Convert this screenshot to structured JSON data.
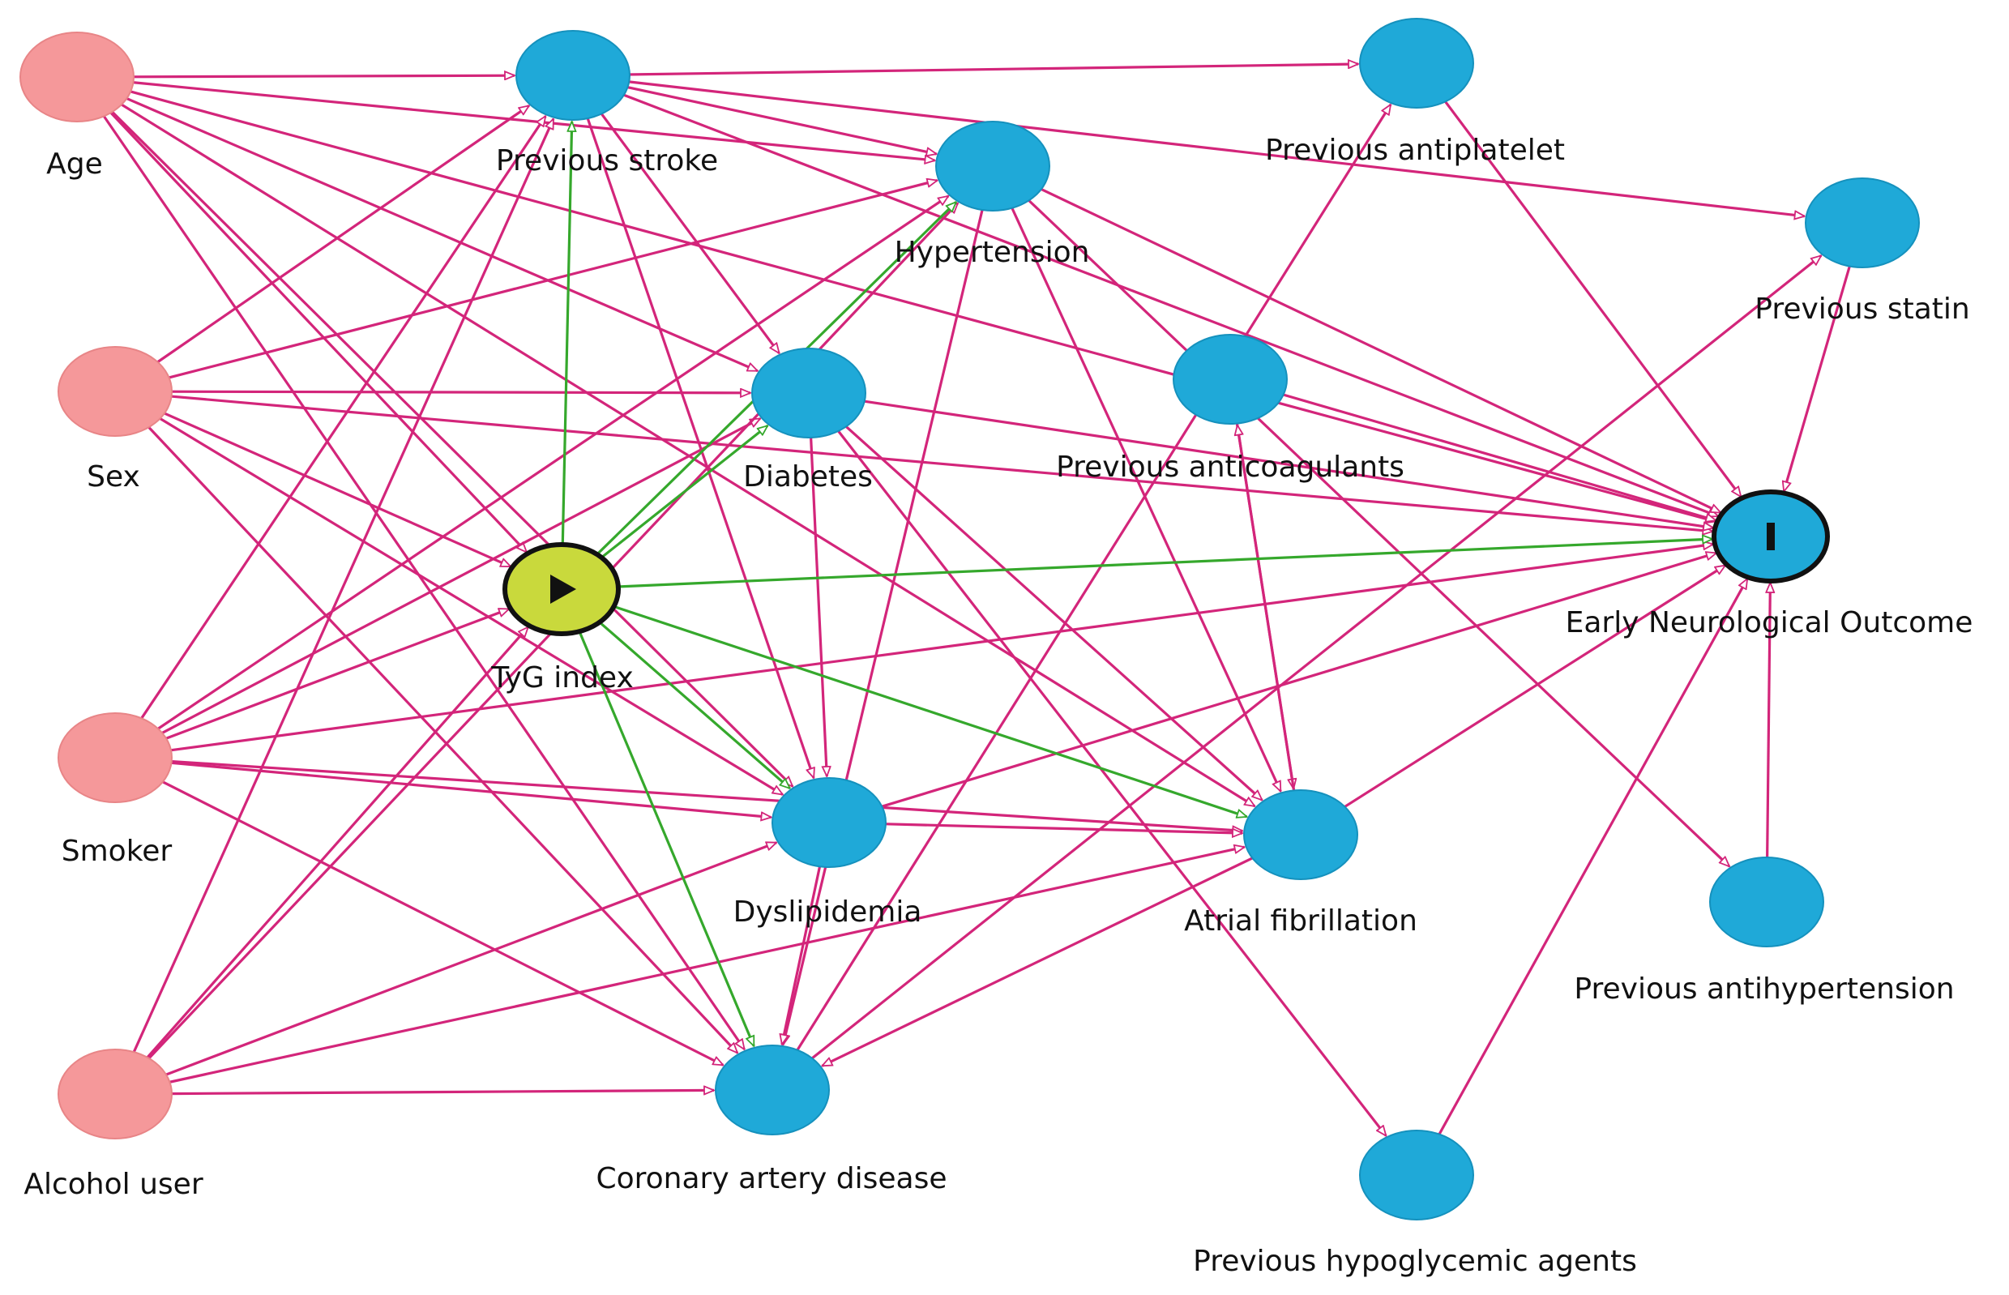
{
  "diagram": {
    "colors": {
      "background": "#ffffff",
      "ancestor_node": "#f5989a",
      "ancestor_node_stroke": "#e88587",
      "other_node": "#1fa9d8",
      "other_node_stroke": "#1591bd",
      "exposure_node": "#c9d93c",
      "outcome_node": "#1fa9d8",
      "biasing_edge": "#d3257a",
      "causal_edge": "#35a82c",
      "label_text": "#111111"
    },
    "nodes": [
      {
        "id": "age",
        "label": "Age",
        "kind": "ancestor"
      },
      {
        "id": "sex",
        "label": "Sex",
        "kind": "ancestor"
      },
      {
        "id": "smoker",
        "label": "Smoker",
        "kind": "ancestor"
      },
      {
        "id": "alcohol",
        "label": "Alcohol user",
        "kind": "ancestor"
      },
      {
        "id": "stroke",
        "label": "Previous stroke",
        "kind": "other"
      },
      {
        "id": "htn",
        "label": "Hypertension",
        "kind": "other"
      },
      {
        "id": "antiplatelet",
        "label": "Previous antiplatelet",
        "kind": "other"
      },
      {
        "id": "statin",
        "label": "Previous statin",
        "kind": "other"
      },
      {
        "id": "diabetes",
        "label": "Diabetes",
        "kind": "other"
      },
      {
        "id": "anticoag",
        "label": "Previous anticoagulants",
        "kind": "other"
      },
      {
        "id": "tyg",
        "label": "TyG index",
        "kind": "exposure",
        "icon": "play-icon"
      },
      {
        "id": "eno",
        "label": "Early Neurological Outcome",
        "kind": "outcome",
        "icon": "outcome-bar-icon"
      },
      {
        "id": "dyslip",
        "label": "Dyslipidemia",
        "kind": "other"
      },
      {
        "id": "af",
        "label": "Atrial fibrillation",
        "kind": "other"
      },
      {
        "id": "antihtn",
        "label": "Previous antihypertension",
        "kind": "other"
      },
      {
        "id": "cad",
        "label": "Coronary artery disease",
        "kind": "other"
      },
      {
        "id": "hypogly",
        "label": "Previous hypoglycemic agents",
        "kind": "other"
      }
    ],
    "edges": [
      {
        "from": "age",
        "to": "stroke",
        "type": "biasing"
      },
      {
        "from": "age",
        "to": "htn",
        "type": "biasing"
      },
      {
        "from": "age",
        "to": "diabetes",
        "type": "biasing"
      },
      {
        "from": "age",
        "to": "tyg",
        "type": "biasing"
      },
      {
        "from": "age",
        "to": "eno",
        "type": "biasing"
      },
      {
        "from": "age",
        "to": "dyslip",
        "type": "biasing"
      },
      {
        "from": "age",
        "to": "af",
        "type": "biasing"
      },
      {
        "from": "age",
        "to": "cad",
        "type": "biasing"
      },
      {
        "from": "sex",
        "to": "stroke",
        "type": "biasing"
      },
      {
        "from": "sex",
        "to": "htn",
        "type": "biasing"
      },
      {
        "from": "sex",
        "to": "diabetes",
        "type": "biasing"
      },
      {
        "from": "sex",
        "to": "tyg",
        "type": "biasing"
      },
      {
        "from": "sex",
        "to": "eno",
        "type": "biasing"
      },
      {
        "from": "sex",
        "to": "dyslip",
        "type": "biasing"
      },
      {
        "from": "sex",
        "to": "cad",
        "type": "biasing"
      },
      {
        "from": "smoker",
        "to": "stroke",
        "type": "biasing"
      },
      {
        "from": "smoker",
        "to": "htn",
        "type": "biasing"
      },
      {
        "from": "smoker",
        "to": "diabetes",
        "type": "biasing"
      },
      {
        "from": "smoker",
        "to": "tyg",
        "type": "biasing"
      },
      {
        "from": "smoker",
        "to": "eno",
        "type": "biasing"
      },
      {
        "from": "smoker",
        "to": "dyslip",
        "type": "biasing"
      },
      {
        "from": "smoker",
        "to": "af",
        "type": "biasing"
      },
      {
        "from": "smoker",
        "to": "cad",
        "type": "biasing"
      },
      {
        "from": "alcohol",
        "to": "stroke",
        "type": "biasing"
      },
      {
        "from": "alcohol",
        "to": "htn",
        "type": "biasing"
      },
      {
        "from": "alcohol",
        "to": "tyg",
        "type": "biasing"
      },
      {
        "from": "alcohol",
        "to": "dyslip",
        "type": "biasing"
      },
      {
        "from": "alcohol",
        "to": "af",
        "type": "biasing"
      },
      {
        "from": "alcohol",
        "to": "cad",
        "type": "biasing"
      },
      {
        "from": "stroke",
        "to": "antiplatelet",
        "type": "biasing"
      },
      {
        "from": "stroke",
        "to": "statin",
        "type": "biasing"
      },
      {
        "from": "stroke",
        "to": "htn",
        "type": "biasing"
      },
      {
        "from": "stroke",
        "to": "eno",
        "type": "biasing"
      },
      {
        "from": "stroke",
        "to": "diabetes",
        "type": "biasing"
      },
      {
        "from": "stroke",
        "to": "dyslip",
        "type": "biasing"
      },
      {
        "from": "htn",
        "to": "eno",
        "type": "biasing"
      },
      {
        "from": "htn",
        "to": "af",
        "type": "biasing"
      },
      {
        "from": "htn",
        "to": "cad",
        "type": "biasing"
      },
      {
        "from": "htn",
        "to": "antihtn",
        "type": "biasing"
      },
      {
        "from": "diabetes",
        "to": "eno",
        "type": "biasing"
      },
      {
        "from": "diabetes",
        "to": "dyslip",
        "type": "biasing"
      },
      {
        "from": "diabetes",
        "to": "af",
        "type": "biasing"
      },
      {
        "from": "diabetes",
        "to": "hypogly",
        "type": "biasing"
      },
      {
        "from": "anticoag",
        "to": "eno",
        "type": "biasing"
      },
      {
        "from": "anticoag",
        "to": "af",
        "type": "biasing"
      },
      {
        "from": "dyslip",
        "to": "cad",
        "type": "biasing"
      },
      {
        "from": "dyslip",
        "to": "af",
        "type": "biasing"
      },
      {
        "from": "dyslip",
        "to": "eno",
        "type": "biasing"
      },
      {
        "from": "af",
        "to": "anticoag",
        "type": "biasing"
      },
      {
        "from": "af",
        "to": "eno",
        "type": "biasing"
      },
      {
        "from": "af",
        "to": "cad",
        "type": "biasing"
      },
      {
        "from": "antiplatelet",
        "to": "eno",
        "type": "biasing"
      },
      {
        "from": "statin",
        "to": "eno",
        "type": "biasing"
      },
      {
        "from": "cad",
        "to": "statin",
        "type": "biasing"
      },
      {
        "from": "cad",
        "to": "antiplatelet",
        "type": "biasing"
      },
      {
        "from": "hypogly",
        "to": "eno",
        "type": "biasing"
      },
      {
        "from": "antihtn",
        "to": "eno",
        "type": "biasing"
      },
      {
        "from": "tyg",
        "to": "htn",
        "type": "causal"
      },
      {
        "from": "tyg",
        "to": "diabetes",
        "type": "causal"
      },
      {
        "from": "tyg",
        "to": "stroke",
        "type": "causal"
      },
      {
        "from": "tyg",
        "to": "eno",
        "type": "causal"
      },
      {
        "from": "tyg",
        "to": "dyslip",
        "type": "causal"
      },
      {
        "from": "tyg",
        "to": "af",
        "type": "causal"
      },
      {
        "from": "tyg",
        "to": "cad",
        "type": "causal"
      }
    ]
  }
}
